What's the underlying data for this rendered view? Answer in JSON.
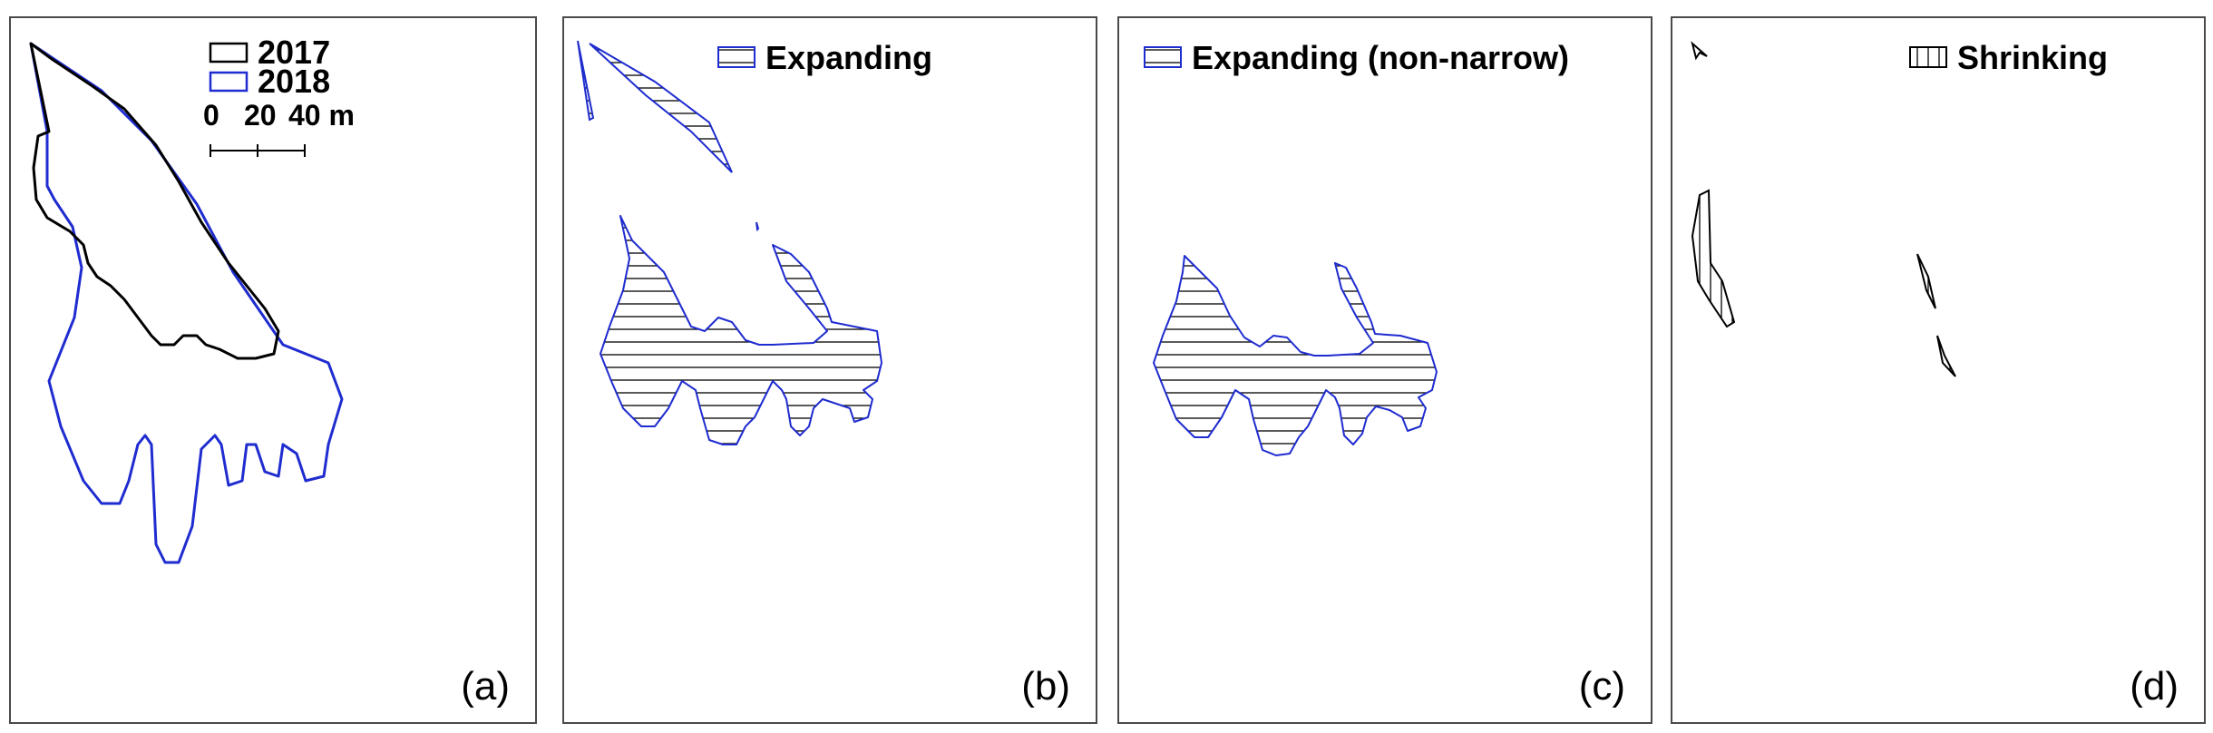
{
  "colors": {
    "y2017": "#000000",
    "y2018": "#1f2ccf",
    "border": "#4a4a4a"
  },
  "panel_a": {
    "label": "(a)",
    "legend": [
      {
        "name": "2017",
        "color": "#000000"
      },
      {
        "name": "2018",
        "color": "#1f2ccf"
      }
    ],
    "scalebar": {
      "ticks": [
        "0",
        "20",
        "40 m"
      ]
    }
  },
  "panel_b": {
    "label": "(b)",
    "legend": "Expanding"
  },
  "panel_c": {
    "label": "(c)",
    "legend": "Expanding (non-narrow)"
  },
  "panel_d": {
    "label": "(d)",
    "legend": "Shrinking"
  }
}
